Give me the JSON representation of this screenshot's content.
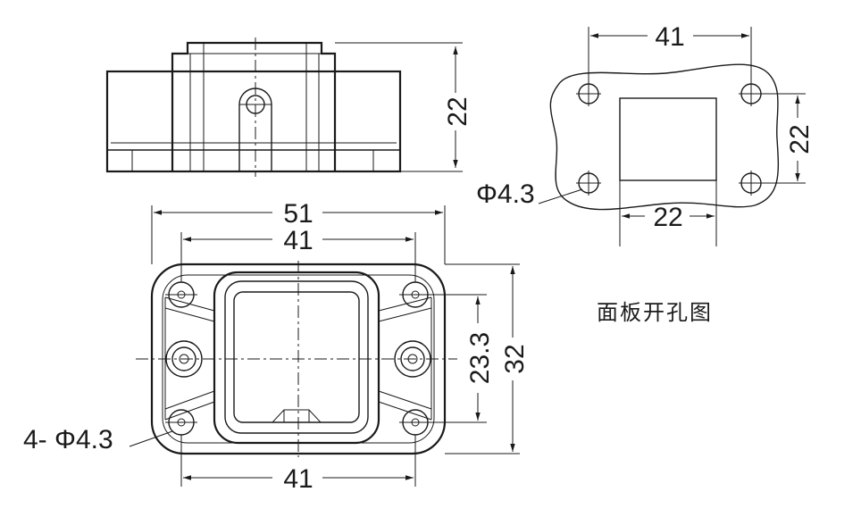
{
  "side_view": {
    "height": "22"
  },
  "front_view": {
    "overall_width": "51",
    "hole_pitch_top": "41",
    "hole_pitch_bottom": "41",
    "window_height": "23.3",
    "overall_height": "32",
    "hole_callout": "4- Φ4.3"
  },
  "panel_cutout": {
    "hole_pitch_horizontal": "41",
    "hole_pitch_vertical": "22",
    "cutout_width": "22",
    "hole_callout": "Φ4.3",
    "caption": "面板开孔图"
  }
}
